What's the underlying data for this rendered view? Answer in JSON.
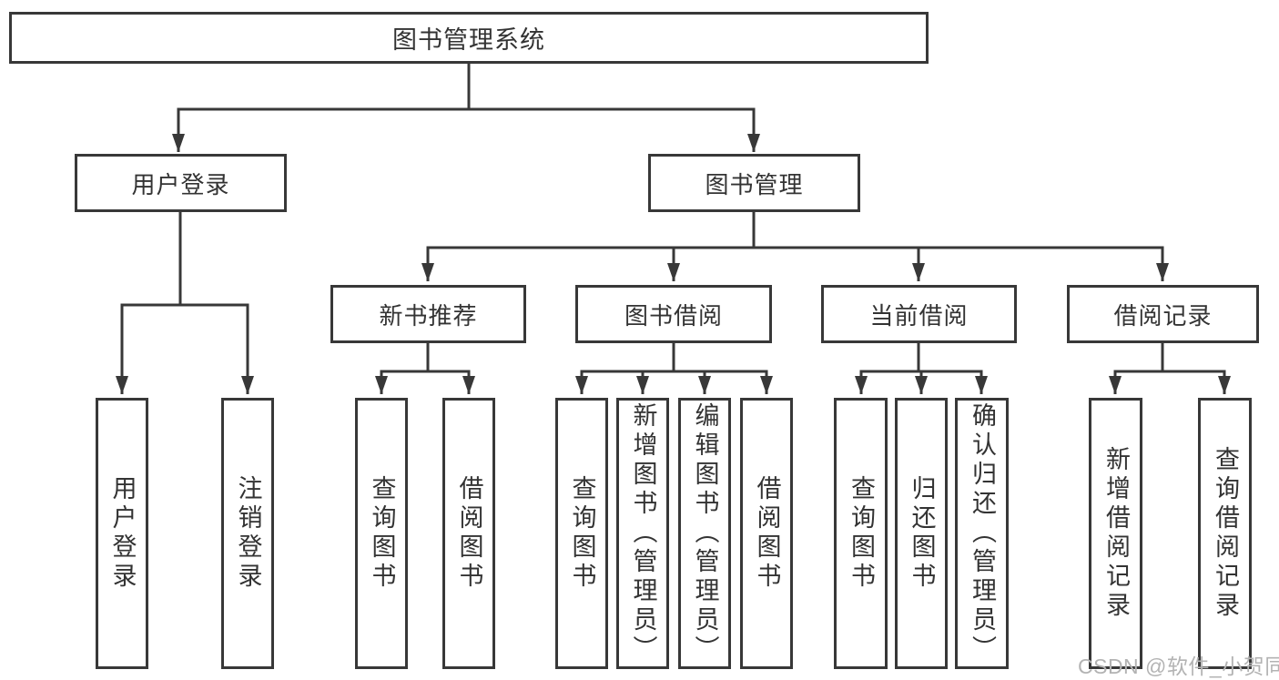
{
  "diagram_title": "图书管理系统",
  "nodes": {
    "root": {
      "label": "图书管理系统"
    },
    "level2": [
      {
        "label": "用户登录"
      },
      {
        "label": "图书管理"
      }
    ],
    "level3": [
      {
        "label": "新书推荐",
        "parent": "图书管理"
      },
      {
        "label": "图书借阅",
        "parent": "图书管理"
      },
      {
        "label": "当前借阅",
        "parent": "图书管理"
      },
      {
        "label": "借阅记录",
        "parent": "图书管理"
      }
    ],
    "level4": [
      {
        "label": "用户登录",
        "parent": "用户登录"
      },
      {
        "label": "注销登录",
        "parent": "用户登录"
      },
      {
        "label": "查询图书",
        "parent": "新书推荐"
      },
      {
        "label": "借阅图书",
        "parent": "新书推荐"
      },
      {
        "label": "查询图书",
        "parent": "图书借阅"
      },
      {
        "label": "新增图书（管理员）",
        "parent": "图书借阅"
      },
      {
        "label": "编辑图书（管理员）",
        "parent": "图书借阅"
      },
      {
        "label": "借阅图书",
        "parent": "图书借阅"
      },
      {
        "label": "查询图书",
        "parent": "当前借阅"
      },
      {
        "label": "归还图书",
        "parent": "当前借阅"
      },
      {
        "label": "确认归还（管理员）",
        "parent": "当前借阅"
      },
      {
        "label": "新增借阅记录",
        "parent": "借阅记录"
      },
      {
        "label": "查询借阅记录",
        "parent": "借阅记录"
      }
    ]
  },
  "watermark": {
    "text": "CSDN @软件_小贺同学"
  },
  "colors": {
    "line": "#383838",
    "text": "#333333",
    "background": "#ffffff",
    "watermark": "#b3b3b3"
  }
}
